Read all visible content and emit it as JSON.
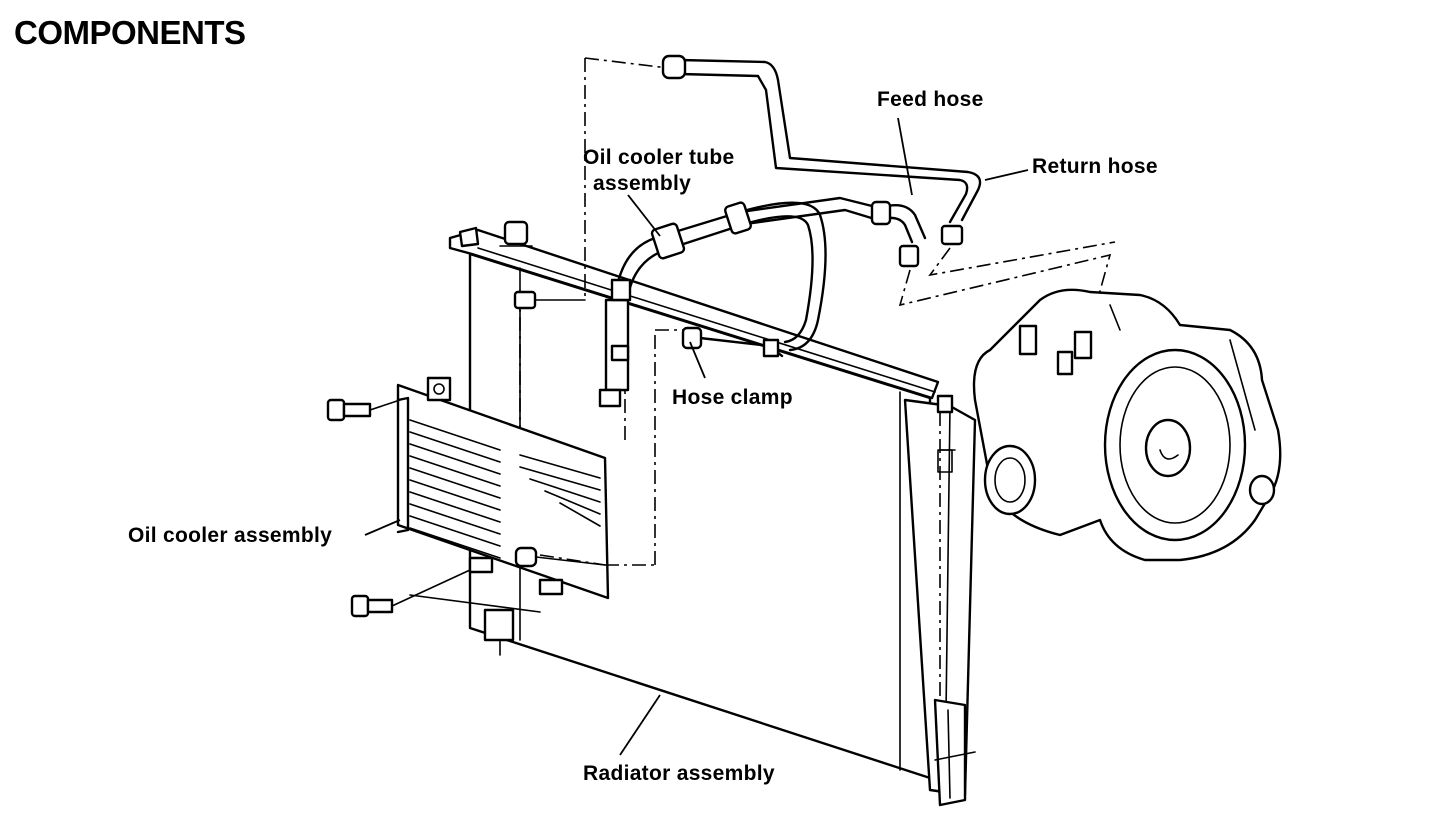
{
  "page": {
    "title": "COMPONENTS"
  },
  "labels": {
    "feed_hose": "Feed hose",
    "return_hose": "Return hose",
    "oil_cooler_tube_line1": "Oil cooler tube",
    "oil_cooler_tube_line2": "assembly",
    "hose_clamp": "Hose clamp",
    "oil_cooler_assembly": "Oil cooler assembly",
    "radiator_assembly": "Radiator assembly"
  }
}
